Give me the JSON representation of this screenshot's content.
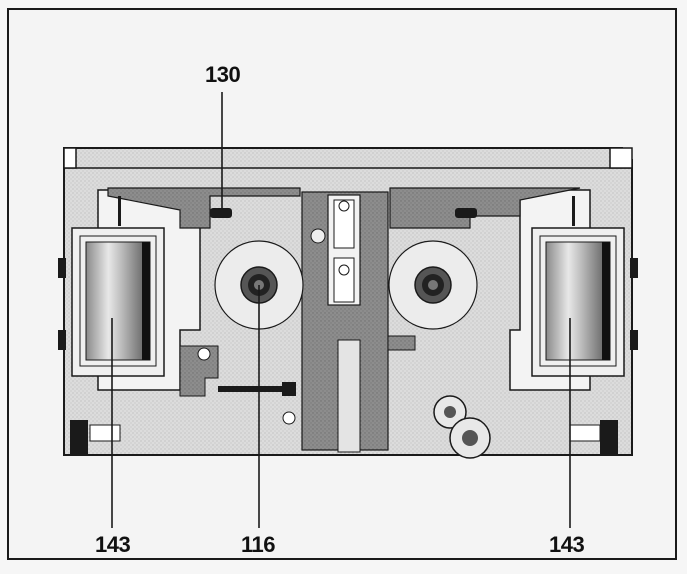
{
  "labels": {
    "top_pointer": "130",
    "left_pointer": "143",
    "center_pointer": "116",
    "right_pointer": "143"
  },
  "colors": {
    "housing_fill": "#d6d6d6",
    "dark_part": "#8a8a8a",
    "outline": "#1a1a1a",
    "light_part": "#f2f2f2"
  }
}
